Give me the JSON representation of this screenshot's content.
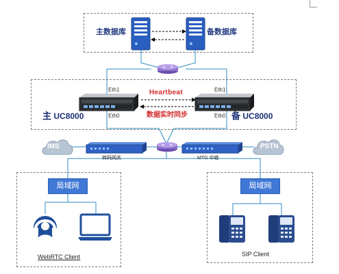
{
  "diagram": {
    "db_zone": {
      "primary_db_label": "主数据库",
      "backup_db_label": "备数据库"
    },
    "server_zone": {
      "primary_prefix": "主",
      "backup_prefix": "备",
      "server_model": "UC8000",
      "eth1_label": "Eth1",
      "eth0_label": "Eth0",
      "heartbeat_label": "Heartbeat",
      "sync_label": "数据实时同步"
    },
    "edge": {
      "ims_label": "IMS",
      "pstn_label": "PSTN",
      "gateway_caption": "转码网关",
      "mtg_caption": "MTG 中继"
    },
    "left_lan": {
      "lan_label": "局域网",
      "client_caption": "WebRTC Client"
    },
    "right_lan": {
      "lan_label": "局域网",
      "client_caption": "SIP Client"
    },
    "colors": {
      "router": "#8a6cc9",
      "lan_box": "#3f78d6",
      "heartbeat_text": "#d42a2a",
      "server_label": "#1b2f74",
      "cloud": "#a8b6c6",
      "gateway": "#2f62c4",
      "phone": "#1f3d7a"
    },
    "icons": {
      "database_server": "server-tower-icon",
      "rack_server": "rack-server-icon",
      "router": "router-icon",
      "cloud": "cloud-icon",
      "headset": "headset-icon",
      "laptop": "laptop-icon",
      "ip_phone": "ip-phone-icon"
    }
  }
}
